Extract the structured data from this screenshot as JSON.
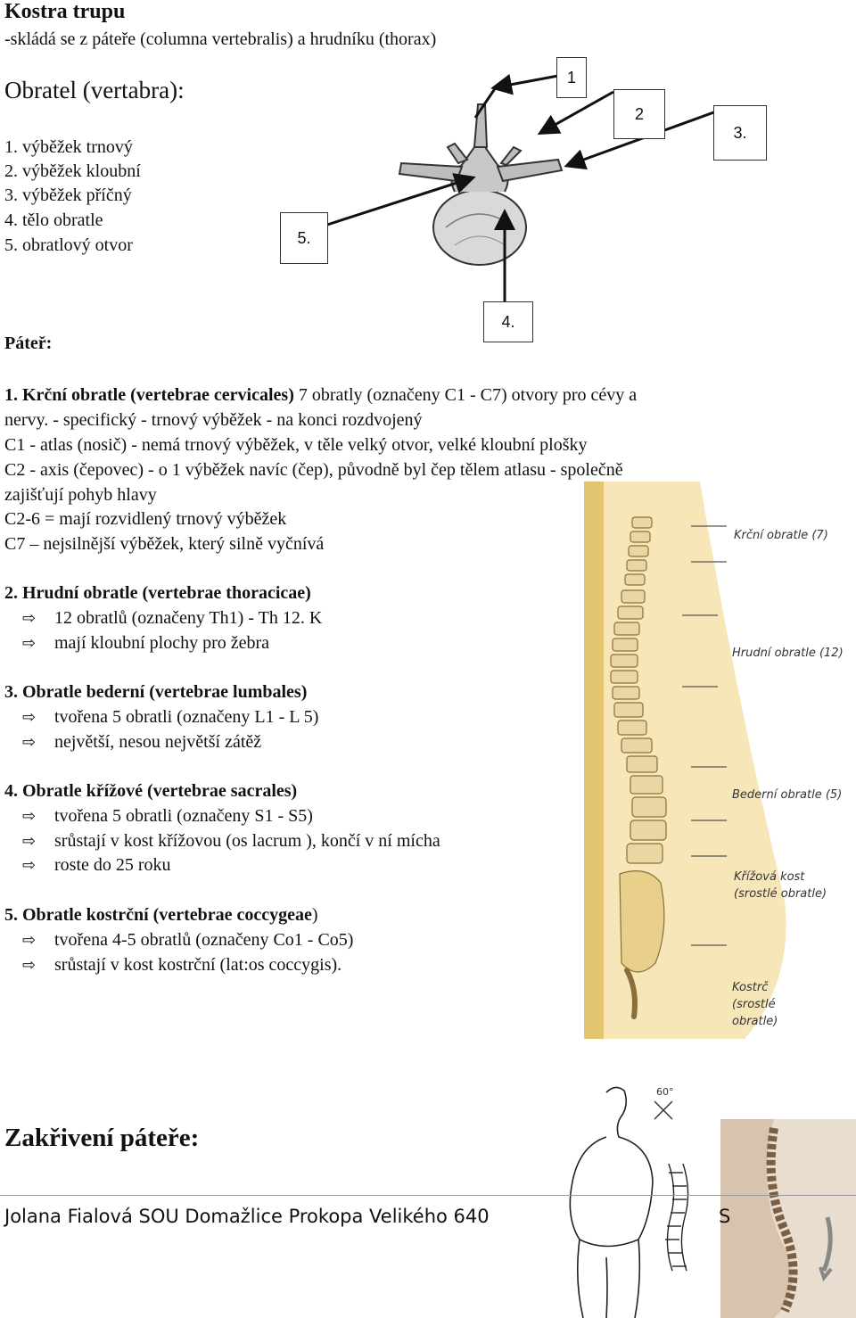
{
  "header": {
    "title": "Kostra trupu",
    "subtitle": "-skládá se z páteře (columna vertebralis) a hrudníku (thorax)"
  },
  "vertebra": {
    "heading": "Obratel (vertabra):",
    "items": [
      "1. výběžek trnový",
      "2. výběžek kloubní",
      "3. výběžek příčný",
      "4. tělo obratle",
      "5. obratlový otvor"
    ],
    "labels": {
      "one": "1",
      "two": "2",
      "three": "3.",
      "four": "4.",
      "five": "5."
    }
  },
  "spine": {
    "heading": "Páteř:",
    "cervical": {
      "title_bold": "1. Krční obratle (vertebrae cervicales)",
      "title_rest": " 7 obratly (označeny C1 - C7) otvory pro cévy a",
      "line2": "nervy. - specifický - trnový výběžek - na konci rozdvojený",
      "line3": "C1 - atlas (nosič) - nemá trnový výběžek, v těle velký otvor, velké kloubní plošky",
      "line4": "C2 - axis (čepovec) - o 1 výběžek navíc (čep), původně byl čep tělem atlasu - společně",
      "line5": "zajišťují pohyb hlavy",
      "line6": "C2-6 = mají rozvidlený trnový výběžek",
      "line7": "C7 – nejsilnější výběžek, který silně vyčnívá"
    },
    "thoracic": {
      "title": "2. Hrudní obratle (vertebrae thoracicae)",
      "bullets": [
        "12 obratlů (označeny Th1) - Th 12. K",
        "mají kloubní plochy pro žebra"
      ]
    },
    "lumbar": {
      "title": "3. Obratle bederní (vertebrae lumbales)",
      "bullets": [
        "tvořena 5 obratli (označeny L1 - L 5)",
        "největší, nesou největší zátěž"
      ]
    },
    "sacral": {
      "title": "4. Obratle křížové (vertebrae sacrales)",
      "bullets": [
        "tvořena 5 obratli (označeny S1 - S5)",
        "srůstají v kost křížovou (os lacrum ), končí v ní mícha",
        "roste do 25 roku"
      ]
    },
    "coccygeal": {
      "title_bold": "5. Obratle kostrční (vertebrae coccygeae",
      "title_rest": ")",
      "bullets": [
        "tvořena 4-5 obratlů (označeny Co1 - Co5)",
        "srůstají v kost kostrční (lat:os coccygis)."
      ]
    },
    "bullet_glyph": "⇨",
    "image_labels": {
      "cervical": "Krční obratle (7)",
      "thoracic": "Hrudní obratle (12)",
      "lumbar": "Bederní obratle (5)",
      "sacral_1": "Křížová kost",
      "sacral_2": "(srostlé obratle)",
      "coccyx_1": "Kostrč",
      "coccyx_2": "(srostlé",
      "coccyx_3": "obratle)"
    }
  },
  "curvature": {
    "heading": "Zakřivení páteře:",
    "angle_label": "60°"
  },
  "footer": {
    "text": "Jolana Fialová SOU Domažlice Prokopa Velikého 640",
    "fragment": "S"
  }
}
